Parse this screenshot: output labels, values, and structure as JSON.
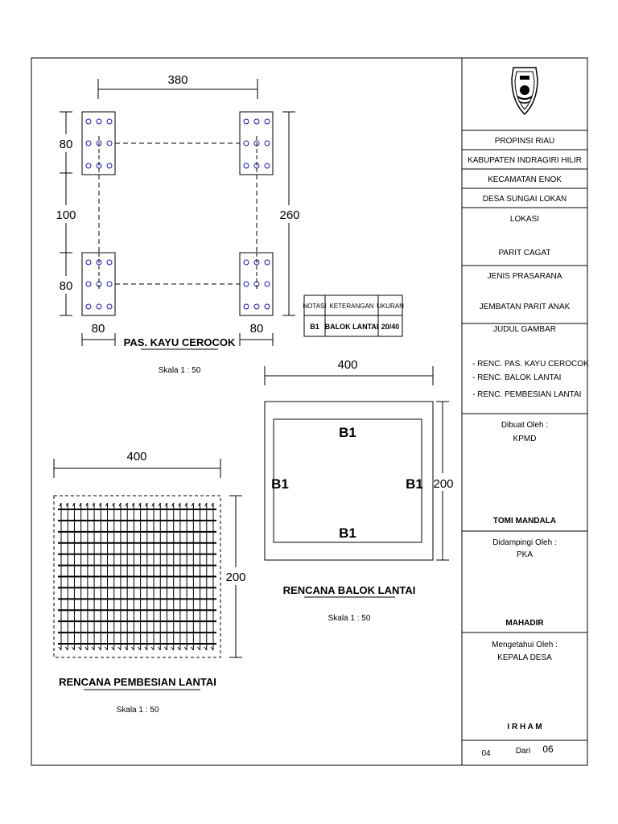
{
  "plan_pondasi": {
    "dim_top": "380",
    "dim_left_top": "80",
    "dim_left_mid": "100",
    "dim_left_bottom": "80",
    "dim_right": "260",
    "dim_bottom_left": "80",
    "dim_bottom_right": "80",
    "title": "PAS. KAYU CEROCOK",
    "scale": "Skala 1 :  50"
  },
  "legend_table": {
    "headers": [
      "NOTASI",
      "KETERANGAN",
      "UKURAN"
    ],
    "row": [
      "B1",
      "BALOK LANTAI",
      "20/40"
    ]
  },
  "balok_plan": {
    "dim_top": "400",
    "dim_right": "200",
    "label_top": "B1",
    "label_left": "B1",
    "label_right": "B1",
    "label_bottom": "B1",
    "title": "RENCANA BALOK LANTAI",
    "scale": "Skala 1 :  50"
  },
  "pembesian_plan": {
    "dim_top": "400",
    "dim_right": "200",
    "title": "RENCANA PEMBESIAN LANTAI",
    "scale": "Skala 1 :  50"
  },
  "title_block": {
    "province": "PROPINSI RIAU",
    "regency": "KABUPATEN INDRAGIRI HILIR",
    "district": "KECAMATAN ENOK",
    "village": "DESA SUNGAI LOKAN",
    "lokasi_label": "LOKASI",
    "lokasi_value": "PARIT CAGAT",
    "jenis_label": "JENIS PRASARANA",
    "jenis_value": "JEMBATAN PARIT ANAK",
    "judul_label": "JUDUL GAMBAR",
    "judul_items": [
      "-  RENC. PAS. KAYU CEROCOK",
      "-  RENC. BALOK LANTAI",
      "-  RENC. PEMBESIAN LANTAI"
    ],
    "dibuat_label": "Dibuat Oleh :",
    "dibuat_value": "KPMD",
    "dibuat_name": "TOMI MANDALA",
    "didampingi_label": "Didampingi Oleh :",
    "didampingi_value": "PKA",
    "didampingi_name": "MAHADIR",
    "mengetahui_label": "Mengetahui Oleh :",
    "mengetahui_value": "KEPALA DESA",
    "mengetahui_name": "I R H A M",
    "sheet_no": "04",
    "sheet_of": "Dari",
    "sheet_total": "06"
  },
  "colors": {
    "line": "#000000",
    "rebar_circle": "#1a1aa8"
  }
}
